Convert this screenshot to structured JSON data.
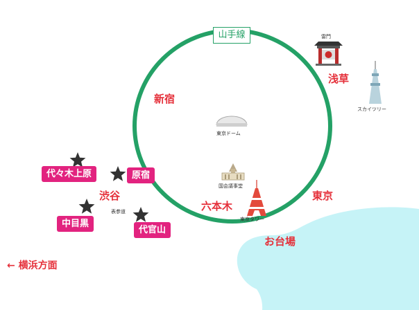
{
  "map": {
    "line_name": "山手線",
    "colors": {
      "loop": "#24a166",
      "area_text": "#e5303a",
      "highlight": "#e2237f",
      "water": "#c6f3f7",
      "star": "#333333"
    },
    "areas": {
      "shinjuku": "新宿",
      "asakusa": "浅草",
      "tokyo": "東京",
      "roppongi": "六本木",
      "odaiba": "お台場",
      "shibuya": "渋谷"
    },
    "highlights": {
      "yoyogi_uehara": "代々木上原",
      "harajuku": "原宿",
      "nakameguro": "中目黒",
      "daikanyama": "代官山"
    },
    "landmarks": {
      "kaminarimon": "雷門",
      "skytree": "スカイツリー",
      "tokyo_dome": "東京ドーム",
      "diet_building": "国会議事堂",
      "tokyo_tower": "東京タワー",
      "omotesando": "表参道"
    },
    "direction": "← 横浜方面"
  }
}
